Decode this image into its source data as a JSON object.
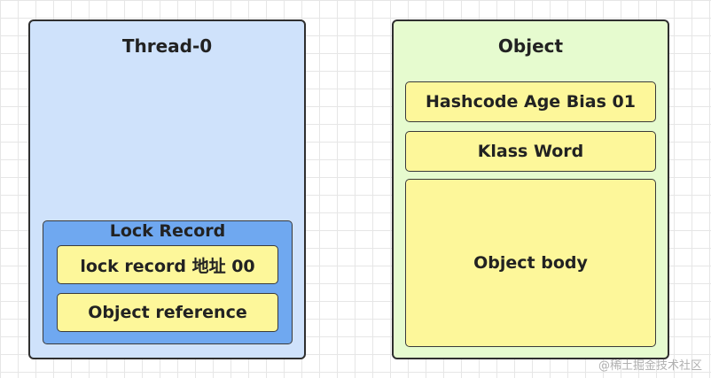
{
  "thread": {
    "title": "Thread-0",
    "lock_record": {
      "title": "Lock Record",
      "address_label": "lock  record 地址 00",
      "reference_label": "Object reference"
    }
  },
  "object": {
    "title": "Object",
    "mark_word_label": "Hashcode Age Bias 01",
    "klass_word_label": "Klass Word",
    "body_label": "Object body"
  },
  "watermark": "@稀土掘金技术社区",
  "colors": {
    "thread_panel": "#cfe2fb",
    "object_panel": "#e6fbcf",
    "lock_record": "#6fa8f0",
    "field_box": "#fdf79a",
    "border": "#2f2f2f"
  }
}
